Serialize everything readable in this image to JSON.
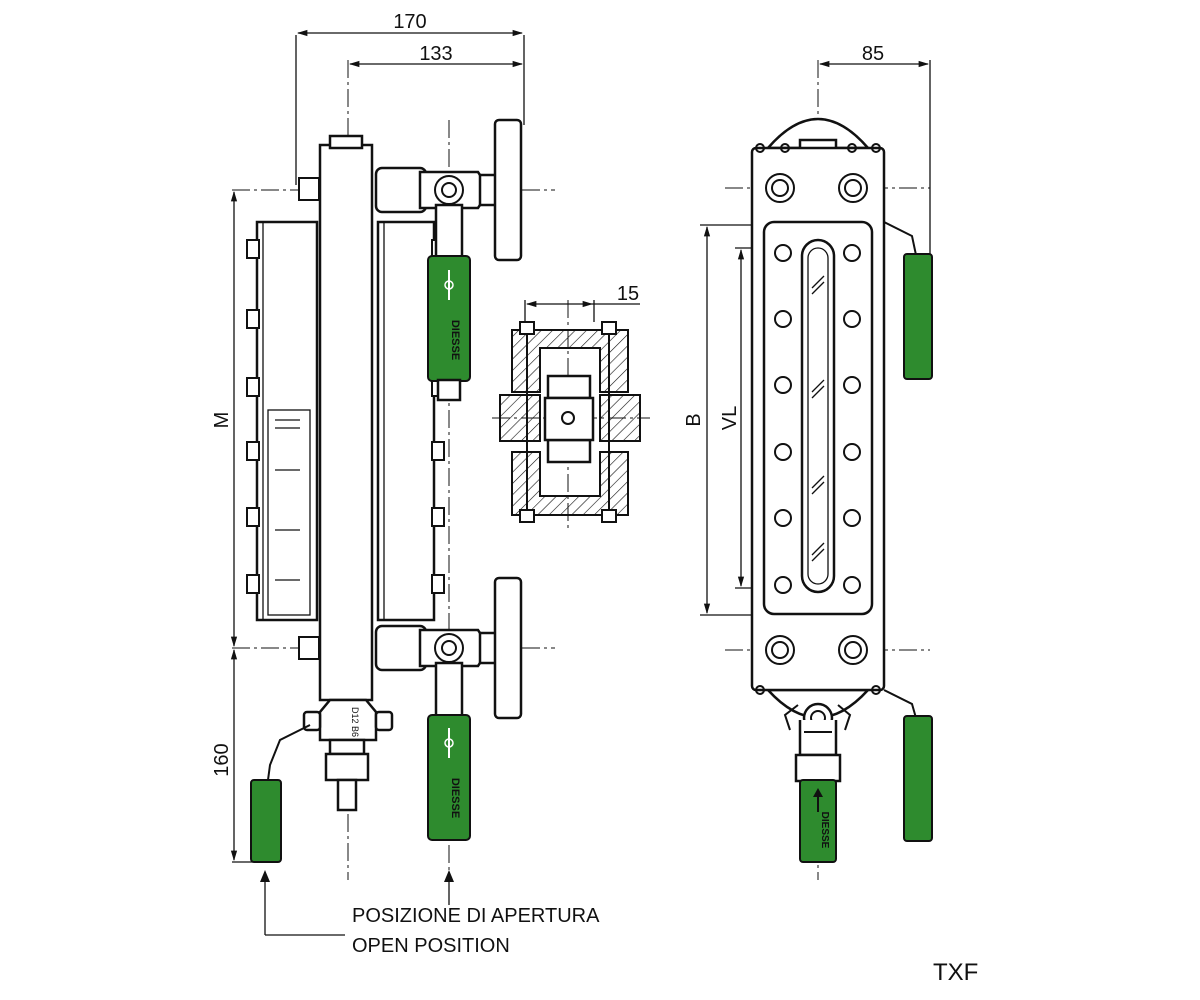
{
  "dimensions": {
    "overall_width": "170",
    "axis_to_flange": "133",
    "section_width": "15",
    "side_width": "85",
    "center_distance": "M",
    "drain_length": "160",
    "body_length": "B",
    "visible_length": "VL"
  },
  "handle_labels": {
    "upper": "DIESSE",
    "lower": "DIESSE",
    "side_drain": "DIESSE"
  },
  "drain_valve_label": "D12 B6",
  "callout": {
    "line1": "POSIZIONE DI APERTURA",
    "line2": "OPEN POSITION"
  },
  "model_code": "TXF",
  "colors": {
    "handle_green": "#2e8b2e",
    "line": "#111111",
    "background": "#ffffff"
  }
}
